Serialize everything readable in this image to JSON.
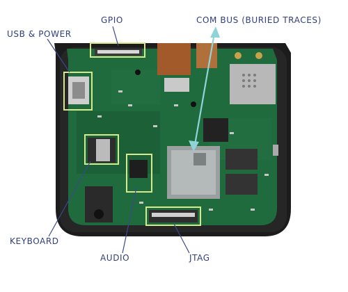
{
  "labels": {
    "gpio": "GPIO",
    "usb_power": "USB & POWER",
    "com_bus": "COM BUS (BURIED TRACES)",
    "keyboard": "KEYBOARD",
    "audio": "AUDIO",
    "jtag": "JTAG"
  },
  "colors": {
    "text": "#2f3e7c",
    "highlight_box": "#d6ea8c",
    "leader_line": "#3a4a8a",
    "com_bus_arrow": "#8fd3d8",
    "pcb_green": "#1f6b3e",
    "case_black": "#1c1c1c"
  }
}
